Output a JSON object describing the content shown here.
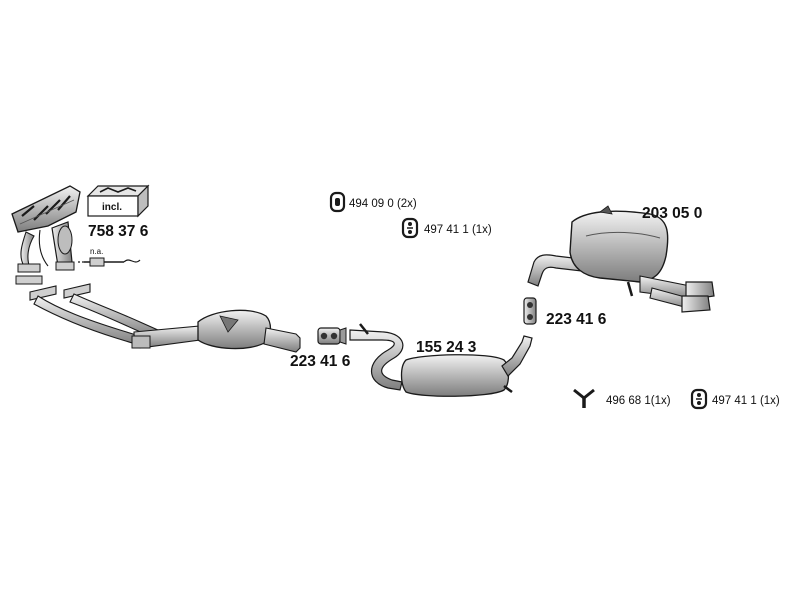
{
  "parts": {
    "manifold_catalyst_no": "758 37 6",
    "incl_label": "incl.",
    "na_label": "n.a.",
    "front_clamp_no": "223 41 6",
    "middle_silencer_no": "155 24 3",
    "rear_clamp_no": "223 41 6",
    "rear_silencer_no": "203 05 0"
  },
  "accessories": {
    "top_row": [
      {
        "label": "494 09 0 (2x)",
        "icon": "rubber-mount-icon"
      },
      {
        "label": "497 41 1 (1x)",
        "icon": "rubber-hanger-icon"
      }
    ],
    "bottom_row": [
      {
        "label": "496 68 1(1x)",
        "icon": "y-bracket-icon"
      },
      {
        "label": "497 41 1 (1x)",
        "icon": "rubber-hanger-icon"
      }
    ]
  },
  "colors": {
    "line": "#1a1a1a",
    "part_fill": "#d9d9d9",
    "part_fill_dark": "#9a9a9a",
    "background": "#ffffff"
  }
}
